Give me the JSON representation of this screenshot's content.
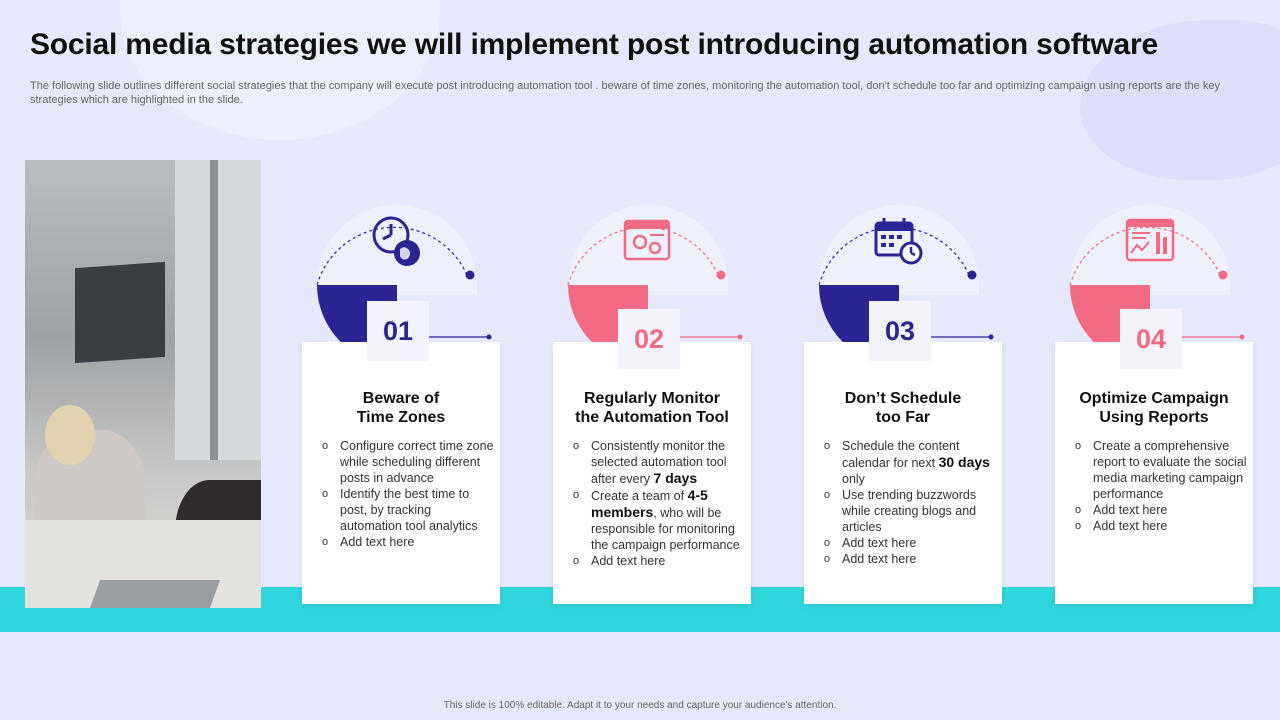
{
  "title": "Social media strategies we will implement post introducing automation software",
  "subtitle": "The following slide outlines different social strategies that the company will execute post introducing automation tool . beware of time zones, monitoring the automation tool, don't schedule too far and optimizing campaign using reports are the key strategies which are highlighted in the slide.",
  "colors": {
    "navy": "#2b2594",
    "pink": "#f26a84",
    "teal": "#2fd6dc"
  },
  "cards": [
    {
      "number": "01",
      "title": "Beware of\nTime Zones",
      "icon": "clock-globe-icon",
      "accent": "navy",
      "bullets": [
        {
          "parts": [
            {
              "t": "Configure  correct time zone while scheduling different posts in advance"
            }
          ]
        },
        {
          "parts": [
            {
              "t": "Identify the best time to post, by tracking automation tool analytics"
            }
          ]
        },
        {
          "parts": [
            {
              "t": "Add text here"
            }
          ]
        }
      ]
    },
    {
      "number": "02",
      "title": "Regularly Monitor\nthe Automation Tool",
      "icon": "browser-gear-icon",
      "accent": "pink",
      "bullets": [
        {
          "parts": [
            {
              "t": "Consistently monitor the selected automation tool after every "
            },
            {
              "t": "7 days",
              "b": true
            }
          ]
        },
        {
          "parts": [
            {
              "t": "Create a team of "
            },
            {
              "t": "4-5 members",
              "b": true
            },
            {
              "t": ", who will be responsible for monitoring the campaign performance"
            }
          ]
        },
        {
          "parts": [
            {
              "t": "Add text here"
            }
          ]
        }
      ]
    },
    {
      "number": "03",
      "title": "Don’t Schedule\ntoo Far",
      "icon": "calendar-clock-icon",
      "accent": "navy",
      "bullets": [
        {
          "parts": [
            {
              "t": "Schedule the content calendar for next "
            },
            {
              "t": "30 days",
              "b": true
            },
            {
              "t": " only"
            }
          ]
        },
        {
          "parts": [
            {
              "t": "Use trending buzzwords while creating blogs and articles"
            }
          ]
        },
        {
          "parts": [
            {
              "t": "Add text here"
            }
          ]
        },
        {
          "parts": [
            {
              "t": "Add text here"
            }
          ]
        }
      ]
    },
    {
      "number": "04",
      "title": "Optimize Campaign\nUsing Reports",
      "icon": "report-dashboard-icon",
      "accent": "pink",
      "bullets": [
        {
          "parts": [
            {
              "t": "Create a comprehensive  report to evaluate the social media marketing campaign performance"
            }
          ]
        },
        {
          "parts": [
            {
              "t": "Add text here"
            }
          ]
        },
        {
          "parts": [
            {
              "t": "Add text here"
            }
          ]
        }
      ]
    }
  ],
  "footer": "This slide is 100% editable.  Adapt it to your needs and capture your audience's attention."
}
